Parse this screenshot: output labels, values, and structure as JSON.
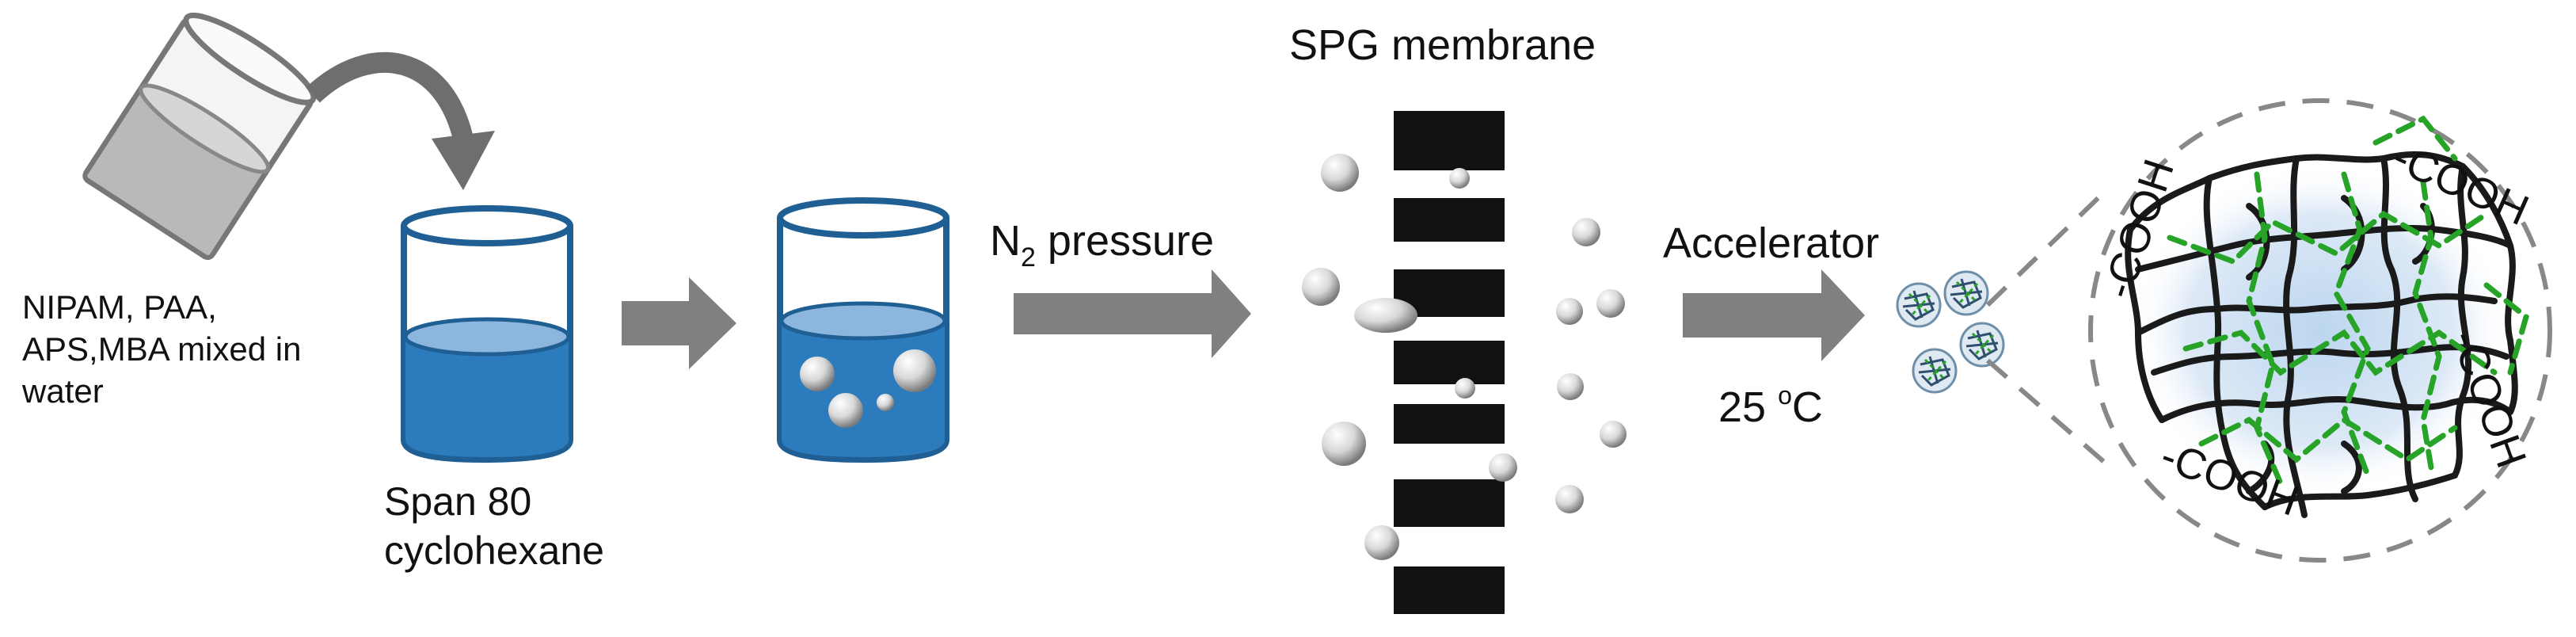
{
  "labels": {
    "reagents_line1": "NIPAM, PAA,",
    "reagents_line2": "APS,MBA  mixed in",
    "reagents_line3": "water",
    "oil_line1": "Span 80",
    "oil_line2": "cyclohexane",
    "membrane_title": "SPG membrane",
    "n2_prefix": "N",
    "n2_subscript": "2",
    "n2_suffix": " pressure",
    "accelerator": "Accelerator",
    "temp_value": "25 ",
    "temp_unit_super": "o",
    "temp_unit": "C",
    "cooh_top_right": "-COOH",
    "cooh_top_left": "-COOH",
    "cooh_right": "-COOH",
    "cooh_bottom_left": "-COOH"
  },
  "colors": {
    "water_blue": "#2b7bbd",
    "water_light": "#8db6de",
    "vial_gray": "#b5b5b5",
    "arrow_gray": "#808080",
    "membrane_black": "#111111",
    "crosslink_green": "#27a327"
  }
}
